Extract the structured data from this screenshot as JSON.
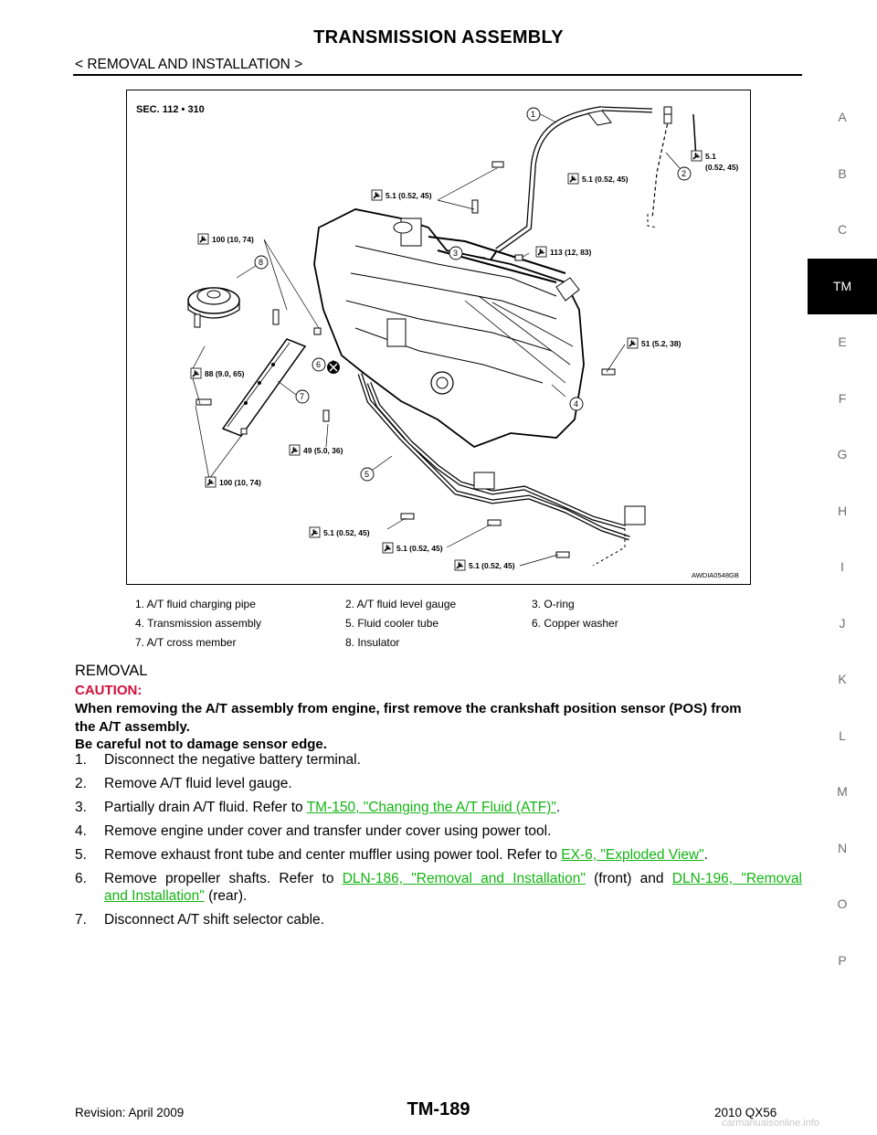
{
  "header": {
    "title": "TRANSMISSION ASSEMBLY",
    "subtitle": "< REMOVAL AND INSTALLATION >"
  },
  "side_tabs": [
    "A",
    "B",
    "C",
    "TM",
    "E",
    "F",
    "G",
    "H",
    "I",
    "J",
    "K",
    "L",
    "M",
    "N",
    "O",
    "P"
  ],
  "active_tab": "TM",
  "figure": {
    "section_ref": "SEC. 112 • 310",
    "image_id": "AWDIA0548GB",
    "torque_labels": {
      "t1": "5.1 (0.52, 45)",
      "t2": "5.1 (0.52, 45)",
      "t3a": "5.1",
      "t3b": "(0.52, 45)",
      "t4": "100 (10, 74)",
      "t5": "113 (12, 83)",
      "t6": "51 (5.2, 38)",
      "t7": "88 (9.0, 65)",
      "t8": "49 (5.0, 36)",
      "t9": "100 (10, 74)",
      "t10": "5.1 (0.52, 45)",
      "t11": "5.1 (0.52, 45)",
      "t12": "5.1 (0.52, 45)"
    },
    "callouts": [
      "1",
      "2",
      "3",
      "4",
      "5",
      "6",
      "7",
      "8"
    ]
  },
  "legend": [
    [
      "1. A/T fluid charging pipe",
      "2. A/T fluid level gauge",
      "3. O-ring"
    ],
    [
      "4. Transmission assembly",
      "5. Fluid cooler tube",
      "6. Copper washer"
    ],
    [
      "7. A/T cross member",
      "8. Insulator",
      ""
    ]
  ],
  "section_heading": "REMOVAL",
  "caution": {
    "label": "CAUTION:",
    "line1": "When removing the A/T assembly from engine, first remove the crankshaft position sensor (POS) from",
    "line2": "the A/T assembly.",
    "line3": "Be careful not to damage sensor edge."
  },
  "steps": {
    "s1": {
      "num": "1.",
      "text": "Disconnect the negative battery terminal."
    },
    "s2": {
      "num": "2.",
      "text": "Remove A/T fluid level gauge."
    },
    "s3": {
      "num": "3.",
      "pre": "Partially drain A/T fluid. Refer to ",
      "link": "TM-150, \"Changing the A/T Fluid (ATF)\"",
      "post": "."
    },
    "s4": {
      "num": "4.",
      "text": "Remove engine under cover and transfer under cover using power tool."
    },
    "s5": {
      "num": "5.",
      "pre": "Remove exhaust front tube and center muffler using power tool. Refer to ",
      "link": "EX-6, \"Exploded View\"",
      "post": "."
    },
    "s6": {
      "num": "6.",
      "pre": "Remove propeller shafts. Refer to ",
      "link1": "DLN-186, \"Removal and Installation\"",
      "mid": " (front) and ",
      "link2a": "DLN-196, \"Removal",
      "link2b": "and Installation\"",
      "post": " (rear)."
    },
    "s7": {
      "num": "7.",
      "text": "Disconnect A/T shift selector cable."
    }
  },
  "footer": {
    "revision": "Revision: April 2009",
    "page": "TM-189",
    "model": "2010 QX56",
    "watermark": "carmanualsonline.info"
  }
}
